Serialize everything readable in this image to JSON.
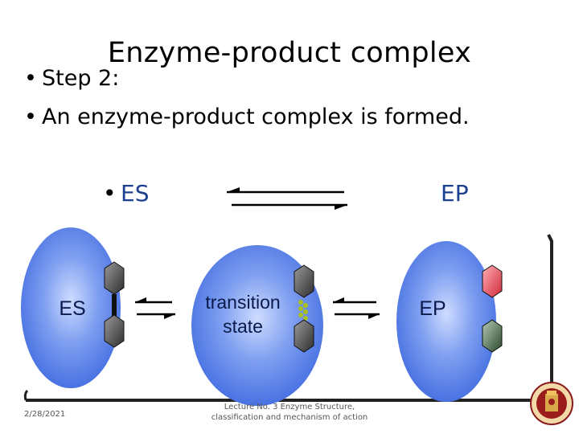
{
  "slide": {
    "title": "Enzyme-product complex",
    "bullets": [
      "Step 2:",
      "An enzyme-product complex is formed."
    ],
    "bullet_glyph": "•"
  },
  "equation": {
    "left": "ES",
    "right": "EP",
    "arrow": "equilibrium-arrows"
  },
  "diagram": {
    "es_label": "ES",
    "transition_label_line1": "transition",
    "transition_label_line2": "state",
    "ep_label": "EP",
    "enzyme_color": "#3f6ae0",
    "substrate_color": "#555555",
    "product_color": "#e03a4a",
    "product2_color": "#3a5a3a",
    "bond_color": "#a8c020"
  },
  "footer": {
    "date": "2/28/2021",
    "lecture_line1": "Lecture No. 3 Enzyme Structure,",
    "lecture_line2": "classification and mechanism of action",
    "logo": "university-seal-logo"
  }
}
